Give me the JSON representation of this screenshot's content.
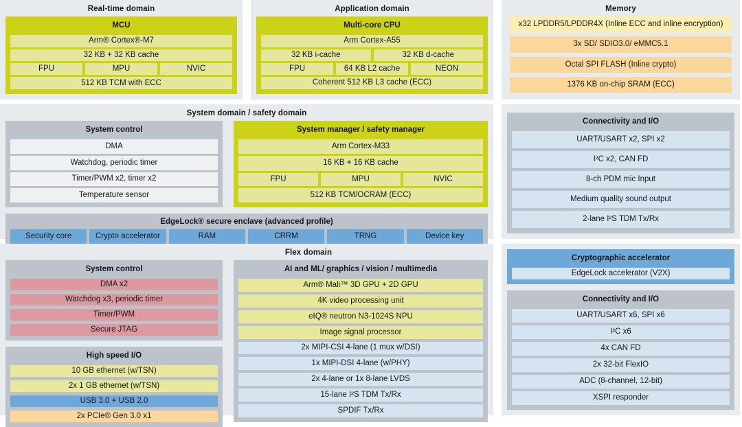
{
  "diagram": {
    "title": "SoC block diagram",
    "colors": {
      "panel_bg": "#e8ebee",
      "group_grey": "#bcc3cb",
      "group_olive": "#ccd218",
      "group_blue": "#6ea8d8",
      "row_khaki": "#e3e69b",
      "row_white": "#eef0f2",
      "row_light_blue": "#d6e3f0",
      "row_yellow": "#e8e89a",
      "row_light_yellow": "#fbeeb3",
      "row_orange": "#fbd79b",
      "row_red": "#dc9aa0",
      "row_blue": "#6ea8d8"
    }
  },
  "realtime_domain": {
    "title": "Real-time domain",
    "mcu": {
      "title": "MCU",
      "core": "Arm® Cortex®-M7",
      "cache": "32 KB +  32 KB cache",
      "units": [
        "FPU",
        "MPU",
        "NVIC"
      ],
      "tcm": "512 KB TCM with ECC"
    }
  },
  "application_domain": {
    "title": "Application domain",
    "cpu": {
      "title": "Multi-core CPU",
      "core": "Arm Cortex-A55",
      "caches": [
        "32 KB i-cache",
        "32 KB d-cache"
      ],
      "units": [
        "FPU",
        "64 KB L2 cache",
        "NEON"
      ],
      "l3": "Coherent 512 KB L3 cache (ECC)"
    }
  },
  "memory": {
    "title": "Memory",
    "rows": [
      "x32 LPDDR5/LPDDR4X (Inline ECC and inline encryption)",
      "3x SD/ SDIO3.0/ eMMC5.1",
      "Octal SPI FLASH (Inline crypto)",
      "1376 KB on-chip SRAM (ECC)"
    ]
  },
  "system_domain": {
    "title": "System domain / safety domain",
    "system_control": {
      "title": "System control",
      "rows": [
        "DMA",
        "Watchdog, periodic timer",
        "Timer/PWM x2, timer x2",
        "Temperature sensor"
      ]
    },
    "system_manager": {
      "title": "System manager / safety manager",
      "core": "Arm Cortex-M33",
      "cache": "16 KB + 16 KB cache",
      "units": [
        "FPU",
        "MPU",
        "NVIC"
      ],
      "tcm": "512 KB TCM/OCRAM (ECC)"
    },
    "enclave": {
      "title": "EdgeLock® secure enclave (advanced profile)",
      "cells": [
        "Security core",
        "Crypto accelerator",
        "RAM",
        "CRRM",
        "TRNG",
        "Device key"
      ]
    }
  },
  "connectivity_mid": {
    "title": "Connectivity and I/O",
    "rows": [
      "UART/USART x2, SPI x2",
      "I²C x2, CAN FD",
      "8-ch PDM mic Input",
      "Medium quality sound output",
      "2-lane I²S TDM Tx/Rx"
    ]
  },
  "flex_domain": {
    "title": "Flex domain",
    "system_control": {
      "title": "System control",
      "rows": [
        "DMA x2",
        "Watchdog x3, periodic timer",
        "Timer/PWM",
        "Secure JTAG"
      ]
    },
    "high_speed_io": {
      "title": "High speed I/O",
      "rows": [
        {
          "label": "10 GB ethernet (w/TSN)",
          "fill": "yellow"
        },
        {
          "label": "2x 1 GB ethernet (w/TSN)",
          "fill": "yellow"
        },
        {
          "label": "USB 3.0 + USB 2.0",
          "fill": "blue"
        },
        {
          "label": "2x PCIe® Gen 3.0 x1",
          "fill": "orange"
        }
      ]
    },
    "ai_ml": {
      "title": "AI and ML/ graphics / vision / multimedia",
      "rows": [
        {
          "label": "Arm® Mali™ 3D GPU + 2D GPU",
          "fill": "yellow"
        },
        {
          "label": "4K video processing unit",
          "fill": "yellow"
        },
        {
          "label": "eIQ® neutron N3-1024S NPU",
          "fill": "yellow"
        },
        {
          "label": "Image signal processor",
          "fill": "yellow"
        },
        {
          "label": "2x MIPI-CSI 4-lane (1 mux w/DSI)",
          "fill": "lblue"
        },
        {
          "label": "1x MIPI-DSI 4-lane (w/PHY)",
          "fill": "lblue"
        },
        {
          "label": "2x 4-lane or 1x 8-lane LVDS",
          "fill": "lblue"
        },
        {
          "label": "15-lane I²S TDM Tx/Rx",
          "fill": "lblue"
        },
        {
          "label": "SPDIF Tx/Rx",
          "fill": "lblue"
        }
      ]
    }
  },
  "crypto_accelerator": {
    "title": "Cryptographic accelerator",
    "rows": [
      "EdgeLock accelerator (V2X)"
    ]
  },
  "connectivity_bot": {
    "title": "Connectivity and I/O",
    "rows": [
      "UART/USART x6, SPI x6",
      "I²C x6",
      "4x CAN FD",
      "2x 32-bit FlexIO",
      "ADC (8-channel, 12-bit)",
      "XSPI responder"
    ]
  }
}
